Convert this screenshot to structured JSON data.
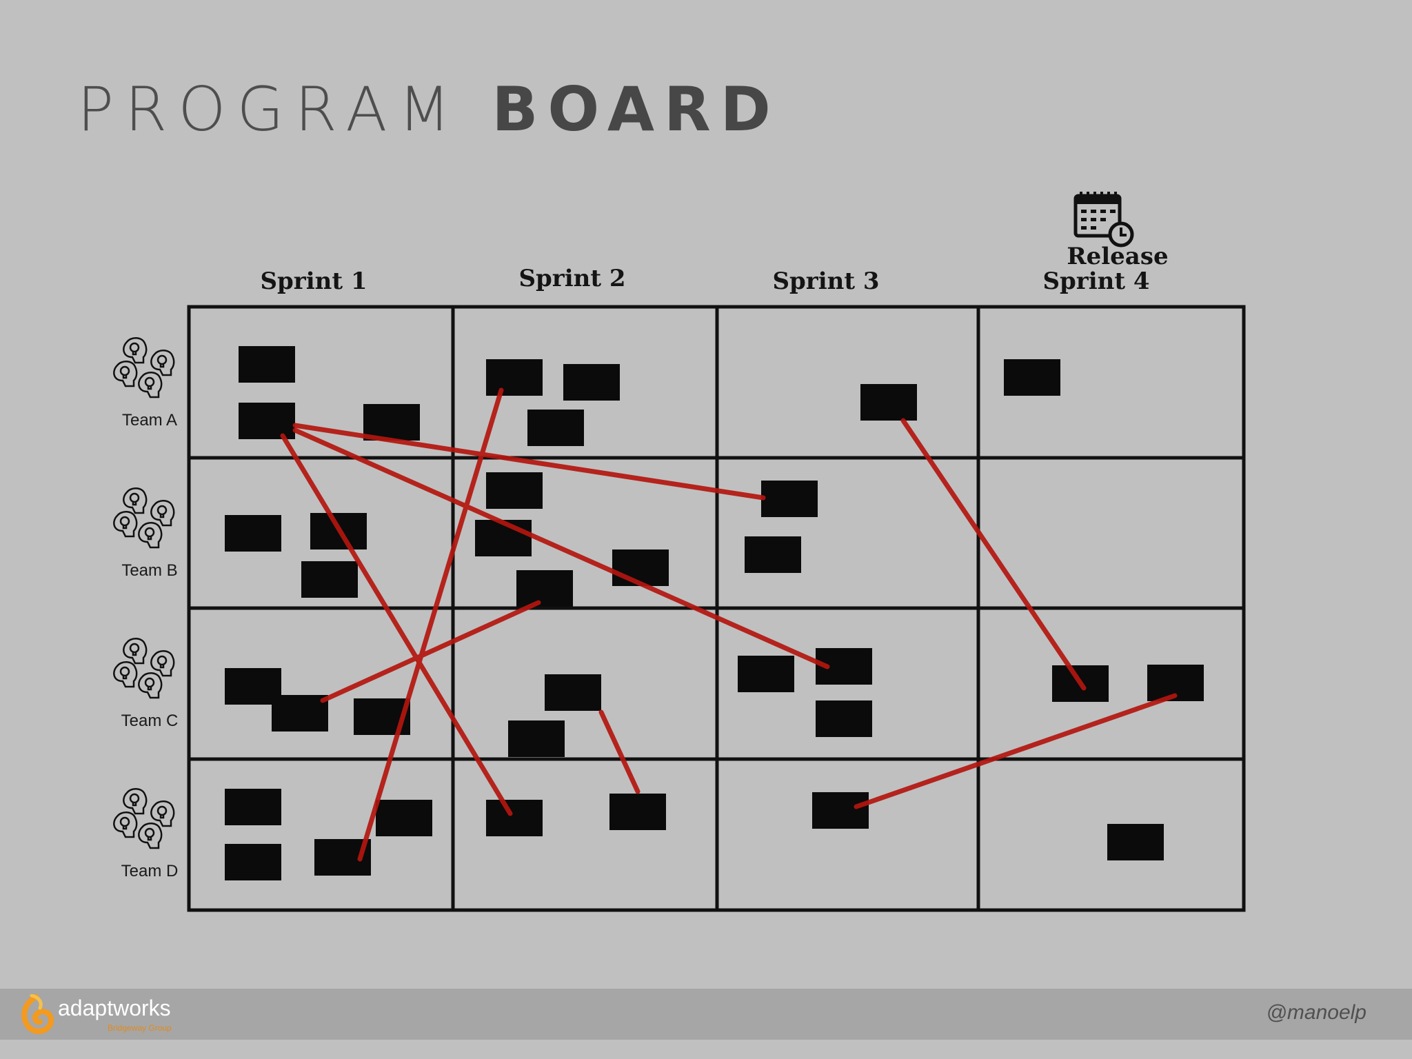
{
  "title": {
    "light": "PROGRAM",
    "bold": "BOARD"
  },
  "sprints": [
    {
      "label": "Sprint 1"
    },
    {
      "label": "Sprint 2"
    },
    {
      "label": "Sprint 3"
    },
    {
      "label": "Sprint 4",
      "milestone": "Release",
      "icon": "calendar-clock-icon"
    }
  ],
  "teams": [
    {
      "label": "Team A",
      "icon": "team-heads-lightbulb-icon"
    },
    {
      "label": "Team B",
      "icon": "team-heads-lightbulb-icon"
    },
    {
      "label": "Team C",
      "icon": "team-heads-lightbulb-icon"
    },
    {
      "label": "Team D",
      "icon": "team-heads-lightbulb-icon"
    }
  ],
  "footer": {
    "logo_text": "adaptworks",
    "logo_subtitle": "Bridgeway Group",
    "handle": "@manoelp"
  },
  "colors": {
    "background": "#c0c0c0",
    "grid": "#111111",
    "note": "#0b0b0b",
    "dependency": "#b3160f",
    "footer_bar": "#a6a6a6",
    "logo_orange": "#f39a1f"
  }
}
